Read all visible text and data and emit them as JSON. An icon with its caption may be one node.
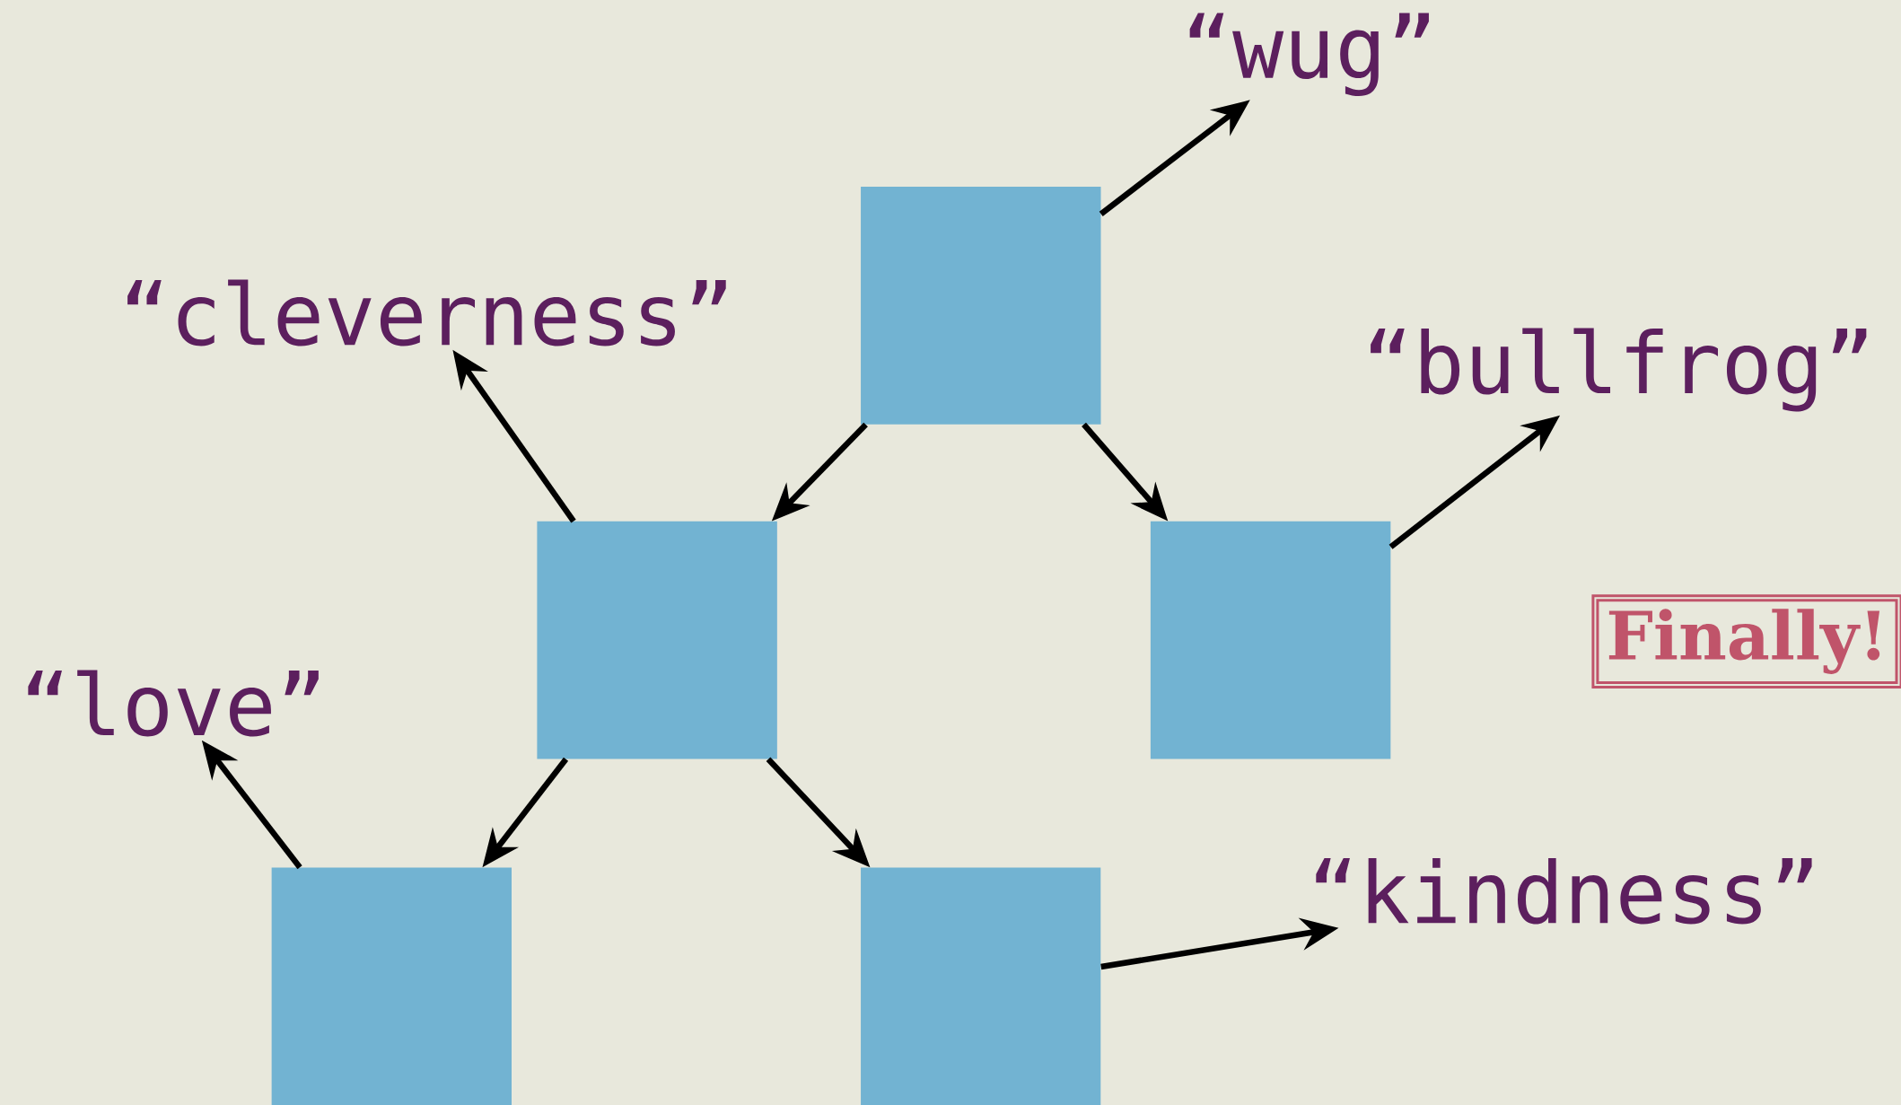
{
  "diagram": {
    "nodes": [
      {
        "text": [
          "“wug”"
        ]
      },
      {
        "text": [],
        "shape": "box"
      },
      {
        "text": [
          "“cleverness”"
        ]
      },
      {
        "text": [
          "“bullfrog”"
        ]
      },
      {
        "text": [],
        "shape": "box"
      },
      {
        "text": [],
        "shape": "box"
      },
      {
        "text": [
          "Finally!"
        ]
      },
      {
        "text": [
          "“love”"
        ]
      },
      {
        "text": [],
        "shape": "box"
      },
      {
        "text": [],
        "shape": "box"
      },
      {
        "text": [
          "“kindness”"
        ]
      }
    ],
    "edges": [
      {
        "from": 1,
        "to": 0,
        "arrow": "to"
      },
      {
        "from": 1,
        "to": 4,
        "arrow": "to"
      },
      {
        "from": 1,
        "to": 5,
        "arrow": "to"
      },
      {
        "from": 5,
        "to": 3,
        "arrow": "to"
      },
      {
        "from": 4,
        "to": 2,
        "arrow": "to"
      },
      {
        "from": 4,
        "to": 8,
        "arrow": "to"
      },
      {
        "from": 4,
        "to": 9,
        "arrow": "to"
      },
      {
        "from": 8,
        "to": 7,
        "arrow": "to"
      },
      {
        "from": 9,
        "to": 10,
        "arrow": "to"
      }
    ]
  }
}
